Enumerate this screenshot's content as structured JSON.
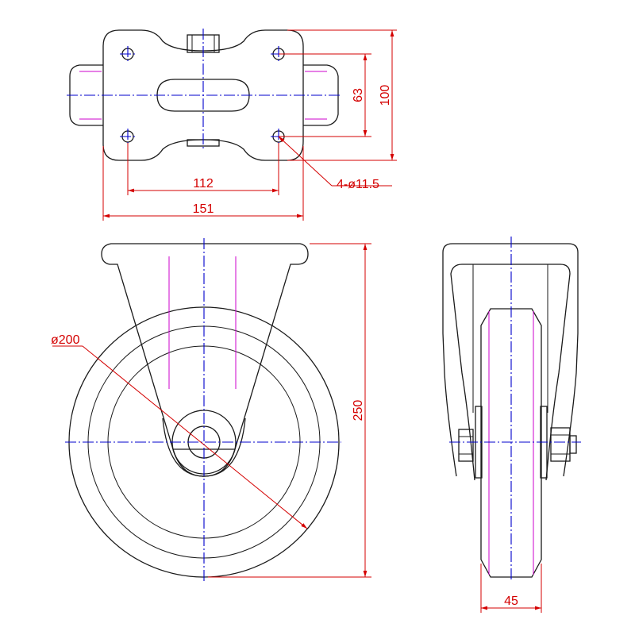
{
  "labels": {
    "hole_spacing_short": "63",
    "plate_height": "100",
    "hole_spacing_long": "112",
    "plate_width": "151",
    "holes": "4-ø11.5",
    "wheel_diameter": "ø200",
    "overall_height": "250",
    "wheel_width": "45"
  },
  "colors": {
    "outline": "#1a1a1a",
    "centerline": "#0000cc",
    "dimension": "#d40000",
    "hidden": "#cc00cc"
  }
}
